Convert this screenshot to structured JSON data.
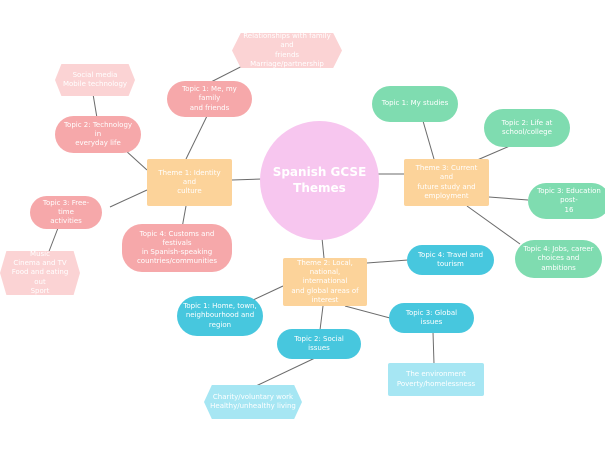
{
  "center": "Spanish GCSE\nThemes",
  "theme1": {
    "label": "Theme 1: Identity and\nculture",
    "t1": "Topic 1: Me, my family\nand friends",
    "t1_leaf": "Relationships with family and\nfriends\nMarriage/partnership",
    "t2": "Topic 2: Technology in\neveryday life",
    "t2_leaf": "Social media\nMobile technology",
    "t3": "Topic 3: Free-time\nactivities",
    "t3_leaf": "Music\nCinema and TV\nFood and eating out\nSport",
    "t4": "Topic 4: Customs and festivals\nin Spanish-speaking\ncountries/communities"
  },
  "theme2": {
    "label": "Theme 2: Local,\nnational, international\nand global areas of\ninterest",
    "t1": "Topic 1: Home, town,\nneighbourhood and\nregion",
    "t2": "Topic 2: Social issues",
    "t2_leaf": "Charity/voluntary work\nHealthy/unhealthy living",
    "t3": "Topic 3: Global issues",
    "t3_leaf": "The environment\nPoverty/homelessness",
    "t4": "Topic 4: Travel and\ntourism"
  },
  "theme3": {
    "label": "Theme 3: Current and\nfuture study and\nemployment",
    "t1": "Topic 1: My studies",
    "t2": "Topic 2: Life at\nschool/college",
    "t3": "Topic 3: Education post-\n16",
    "t4": "Topic 4: Jobs, career\nchoices and ambitions"
  },
  "colors": {
    "theme1": "#f6a8aa",
    "theme2": "#47c7de",
    "theme3": "#7fdcb0",
    "theme_box": "#fcd39a",
    "center": "#f7c6ef",
    "line": "#6b6b6b"
  }
}
